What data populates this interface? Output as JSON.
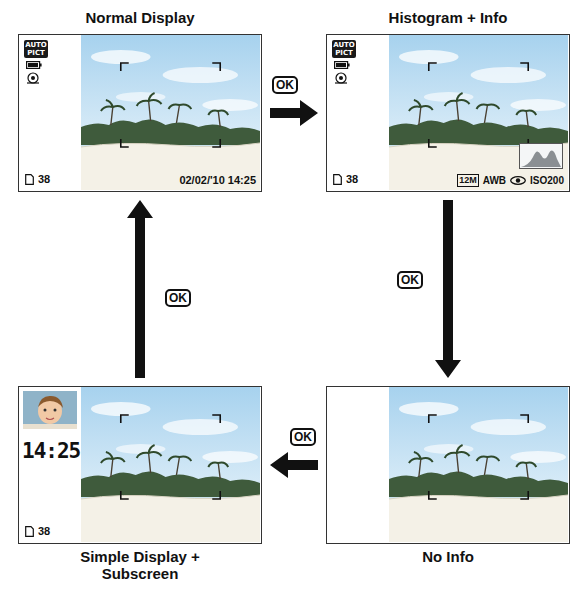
{
  "diagram": {
    "nodes": [
      {
        "text": [
          "Normal Display"
        ]
      },
      {
        "text": [
          "Histogram + Info"
        ]
      },
      {
        "text": [
          "Simple Display + Subscreen"
        ]
      },
      {
        "text": [
          "No Info"
        ]
      }
    ],
    "edges": [
      {
        "from": 0,
        "to": 1,
        "label": "OK",
        "arrow": "to"
      },
      {
        "from": 1,
        "to": 3,
        "label": "OK",
        "arrow": "to"
      },
      {
        "from": 3,
        "to": 2,
        "label": "OK",
        "arrow": "to"
      },
      {
        "from": 2,
        "to": 0,
        "label": "OK",
        "arrow": "to"
      }
    ],
    "labels": [
      "AUTO PICT",
      "38",
      "02/02/'10 14:25",
      "AUTO PICT",
      "38",
      "12M",
      "AWB",
      "ISO200",
      "14:25",
      "38"
    ]
  }
}
